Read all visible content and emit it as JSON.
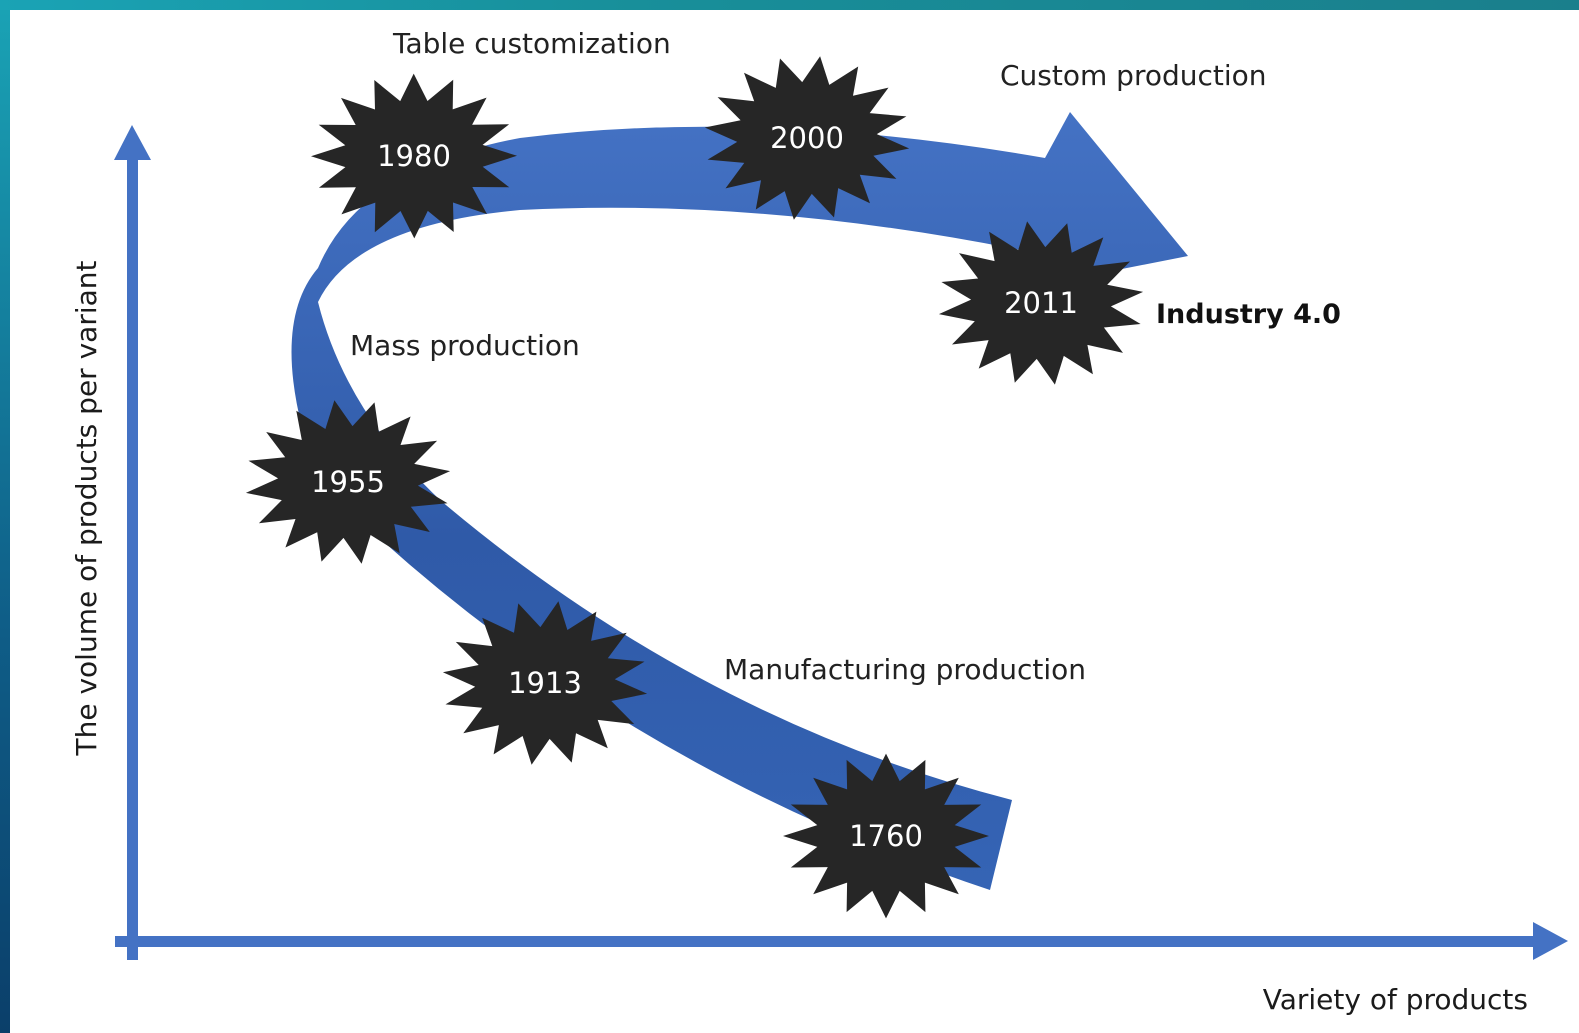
{
  "axes": {
    "x_title": "Variety of products",
    "y_title": "The volume of products per variant"
  },
  "milestones": [
    {
      "year": "1760"
    },
    {
      "year": "1913"
    },
    {
      "year": "1955"
    },
    {
      "year": "1980"
    },
    {
      "year": "2000"
    },
    {
      "year": "2011"
    }
  ],
  "labels": {
    "manufacturing": "Manufacturing production",
    "mass": "Mass production",
    "table": "Table customization",
    "custom": "Custom production",
    "industry": "Industry 4.0"
  },
  "colors": {
    "arrow": "#4472c4",
    "axis": "#4472c4",
    "burst": "#262626",
    "frame": "#1aa3b5"
  }
}
